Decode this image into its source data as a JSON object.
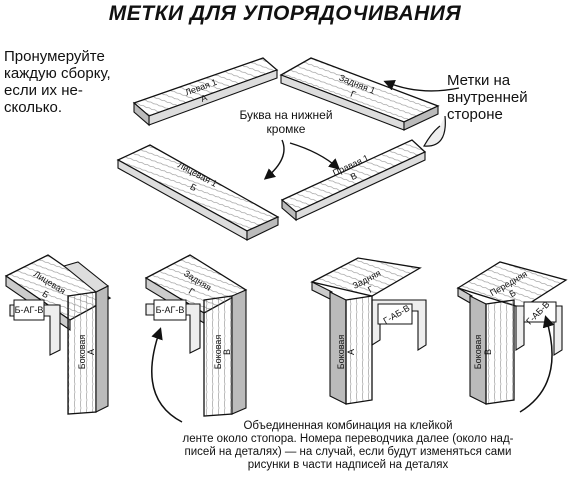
{
  "title": "МЕТКИ ДЛЯ УПОРЯДОЧИВАНИЯ",
  "note_left": [
    "Пронумеруйте",
    "каждую сборку,",
    "если их не-",
    "сколько."
  ],
  "note_right": [
    "Метки на",
    "внутренней",
    "стороне"
  ],
  "note_center": [
    "Буква на нижней",
    "кромке"
  ],
  "boards": {
    "left": [
      "Левая 1",
      "А"
    ],
    "back": [
      "Задняя 1",
      "Г"
    ],
    "front": [
      "Лицевая 1",
      "Б"
    ],
    "right": [
      "Правая 1",
      "В"
    ]
  },
  "assemblies": [
    {
      "top": [
        "Лицевая",
        "Б"
      ],
      "tape": "Б-АГ-В",
      "side": [
        "Боковая",
        "А"
      ]
    },
    {
      "top": [
        "Задняя",
        "Г"
      ],
      "tape": "Б-АГ-В",
      "side": [
        "Боковая",
        "В"
      ]
    },
    {
      "top": [
        "Задняя",
        "Г"
      ],
      "tape": "Г-АБ-В",
      "side": [
        "Боковая",
        "А"
      ]
    },
    {
      "top": [
        "Передняя",
        "Б"
      ],
      "tape": "Г-АБ-В",
      "side": [
        "Боковая",
        "В"
      ]
    }
  ],
  "caption": [
    "Объединенная комбинация на клейкой",
    "ленте около стопора. Номера переводчика далее (около над-",
    "писей на деталях) — на случай, если будут изменяться сами",
    "рисунки в части надписей на деталях"
  ]
}
